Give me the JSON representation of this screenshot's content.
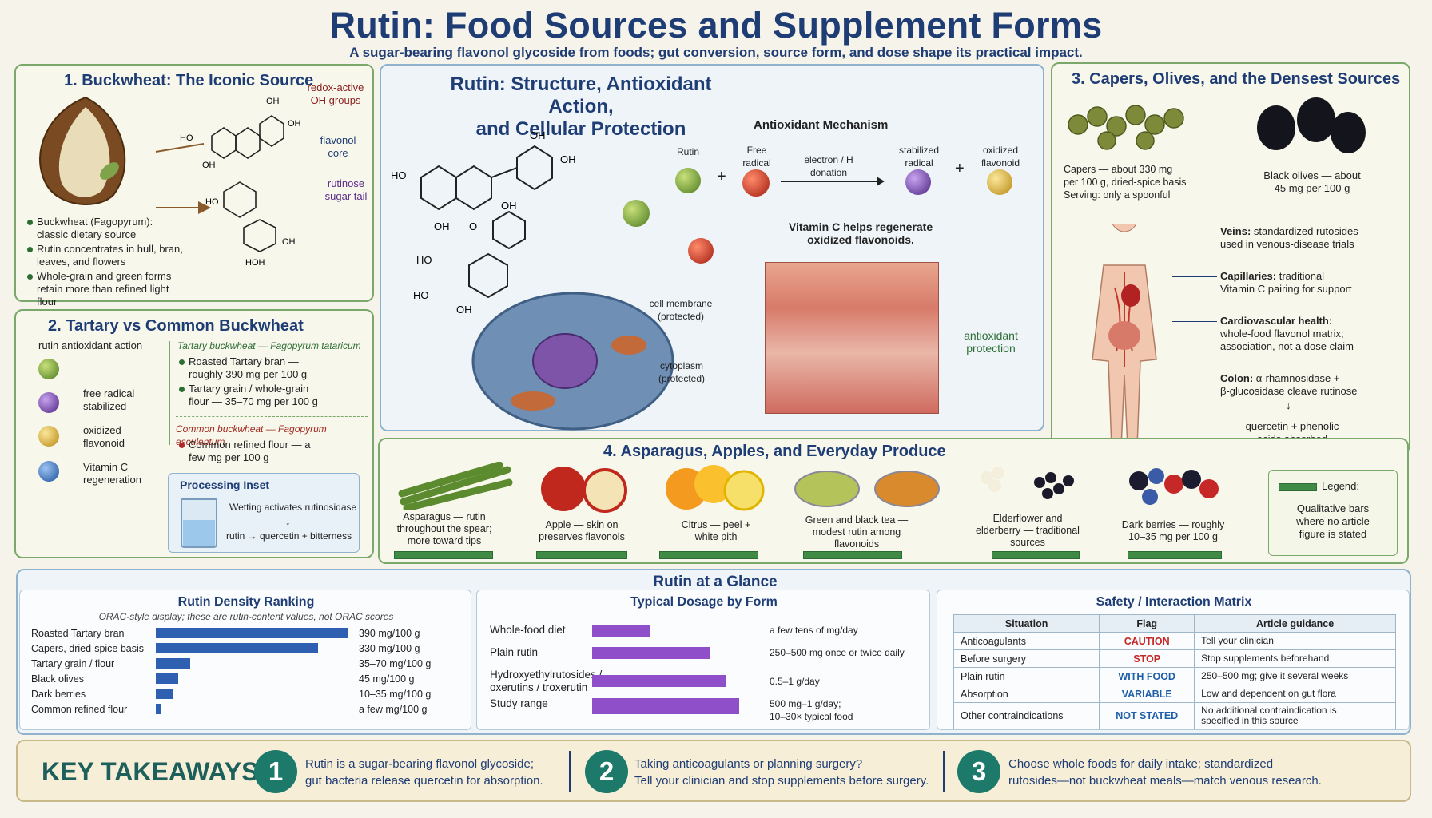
{
  "header": {
    "title": "Rutin: Food Sources and Supplement Forms",
    "subtitle": "A sugar-bearing flavonol glycoside from foods; gut conversion, source form, and dose shape its practical impact."
  },
  "colors": {
    "navy": "#1f3d75",
    "green": "#3f8a45",
    "red": "#c62828",
    "purple": "#8e4fc8",
    "teal": "#1d7a6a",
    "bar_blue": "#2f5fb0"
  },
  "p1": {
    "title": "1. Buckwheat: The Iconic Source",
    "mol_labels": {
      "oh": "OH",
      "ho": "HO",
      "redox": "redox-active\nOH groups",
      "core": "flavonol\ncore",
      "tail": "rutinose\nsugar tail",
      "hoh": "HOH"
    },
    "bullets": [
      "Buckwheat (Fagopyrum): classic dietary source",
      "Rutin concentrates in hull, bran, leaves, and flowers",
      "Whole-grain and green forms retain more than refined light flour"
    ]
  },
  "p2": {
    "title": "2. Tartary vs Common Buckwheat",
    "action_title": "rutin antioxidant action",
    "steps": [
      "free radical\nstabilized",
      "oxidized\nflavonoid",
      "Vitamin C\nregeneration"
    ],
    "tartary_head": "Tartary buckwheat — Fagopyrum tataricum",
    "tartary": [
      "Roasted Tartary bran — roughly 390 mg per 100 g",
      "Tartary grain / whole-grain flour — 35–70 mg per 100 g"
    ],
    "common_head": "Common buckwheat — Fagopyrum esculentum",
    "common": [
      "Common refined flour — a few mg per 100 g"
    ],
    "inset": {
      "title": "Processing Inset",
      "line1": "Wetting activates rutinosidase",
      "arrow": "↓",
      "line2": "rutin → quercetin + bitterness"
    }
  },
  "center": {
    "title": "Rutin: Structure, Antioxidant Action,\nand Cellular Protection",
    "mech_title": "Antioxidant Mechanism",
    "mech": {
      "rutin": "Rutin",
      "plus": "+",
      "free": "Free\nradical",
      "donation": "electron / H\ndonation",
      "stab": "stabilized\nradical",
      "oxid": "oxidized\nflavonoid"
    },
    "vitc": "Vitamin C helps regenerate\noxidized flavonoids.",
    "mol": {
      "oh": "OH",
      "ho": "HO",
      "o": "O"
    },
    "membrane": "cell membrane\n(protected)",
    "cytoplasm": "cytoplasm\n(protected)",
    "protection": "antioxidant\nprotection"
  },
  "p3": {
    "title": "3. Capers, Olives, and the Densest Sources",
    "capers": "Capers — about 330 mg\nper 100 g, dried-spice basis\nServing: only a spoonful",
    "olives": "Black olives — about\n45 mg per 100 g",
    "body": [
      {
        "bold": "Veins:",
        "text": " standardized rutosides\nused in venous-disease trials"
      },
      {
        "bold": "Capillaries:",
        "text": " traditional\nVitamin C pairing for support"
      },
      {
        "bold": "Cardiovascular health:",
        "text": "\nwhole-food flavonol matrix;\nassociation, not a dose claim"
      },
      {
        "bold": "Colon:",
        "text": " α-rhamnosidase +\nβ-glucosidase cleave rutinose"
      }
    ],
    "colon_arrow": "↓",
    "colon_result": "quercetin + phenolic\nacids absorbed"
  },
  "p4": {
    "title": "4. Asparagus, Apples, and Everyday Produce",
    "items": [
      {
        "label": "Asparagus — rutin\nthroughout the spear;\nmore toward tips",
        "bar": 0.95
      },
      {
        "label": "Apple — skin on\npreserves flavonols",
        "bar": 0.7
      },
      {
        "label": "Citrus — peel +\nwhite pith",
        "bar": 0.85
      },
      {
        "label": "Green and black tea —\nmodest rutin among\nflavonoids",
        "bar": 0.75
      },
      {
        "label": "Elderflower and\nelderberry — traditional\nsources",
        "bar": 1.0
      },
      {
        "label": "Dark berries — roughly\n10–35 mg per 100 g",
        "bar": 0.8
      }
    ],
    "legend": {
      "title": "Legend:",
      "text": "Qualitative bars\nwhere no article\nfigure is stated"
    }
  },
  "glance": {
    "title": "Rutin at a Glance",
    "density": {
      "title": "Rutin Density Ranking",
      "note": "ORAC-style display; these are rutin-content values, not ORAC scores",
      "rows": [
        {
          "label": "Roasted Tartary bran",
          "value": 390,
          "text": "390 mg/100 g"
        },
        {
          "label": "Capers, dried-spice basis",
          "value": 330,
          "text": "330 mg/100 g"
        },
        {
          "label": "Tartary grain / flour",
          "value": 70,
          "text": "35–70 mg/100 g"
        },
        {
          "label": "Black olives",
          "value": 45,
          "text": "45 mg/100 g"
        },
        {
          "label": "Dark berries",
          "value": 35,
          "text": "10–35 mg/100 g"
        },
        {
          "label": "Common refined flour",
          "value": 5,
          "text": "a few mg/100 g"
        }
      ]
    },
    "dosage": {
      "title": "Typical Dosage by Form",
      "rows": [
        {
          "label": "Whole-food diet",
          "value": 0.34,
          "text": "a few tens of mg/day"
        },
        {
          "label": "Plain rutin",
          "value": 0.68,
          "text": "250–500 mg once or twice daily"
        },
        {
          "label": "Hydroxyethylrutosides /\noxerutins / troxerutin",
          "value": 0.78,
          "text": "0.5–1 g/day"
        },
        {
          "label": "Study range",
          "value": 0.85,
          "text": "500 mg–1 g/day;\n10–30× typical food"
        }
      ]
    },
    "safety": {
      "title": "Safety / Interaction Matrix",
      "headers": [
        "Situation",
        "Flag",
        "Article guidance"
      ],
      "rows": [
        {
          "situation": "Anticoagulants",
          "flag": "CAUTION",
          "guidance": "Tell your clinician",
          "color": "#c62828"
        },
        {
          "situation": "Before surgery",
          "flag": "STOP",
          "guidance": "Stop supplements beforehand",
          "color": "#c62828"
        },
        {
          "situation": "Plain rutin",
          "flag": "WITH FOOD",
          "guidance": "250–500 mg; give it several weeks",
          "color": "#1f5fa8"
        },
        {
          "situation": "Absorption",
          "flag": "VARIABLE",
          "guidance": "Low and dependent on gut flora",
          "color": "#1f5fa8"
        },
        {
          "situation": "Other contraindications",
          "flag": "NOT STATED",
          "guidance": "No additional contraindication is\nspecified in this source",
          "color": "#1f5fa8"
        }
      ]
    }
  },
  "takeaways": {
    "title": "KEY TAKEAWAYS",
    "items": [
      {
        "num": "1",
        "text": "Rutin is a sugar-bearing flavonol glycoside;\ngut bacteria release quercetin for absorption."
      },
      {
        "num": "2",
        "text": "Taking anticoagulants or planning surgery?\nTell your clinician and stop supplements before surgery."
      },
      {
        "num": "3",
        "text": "Choose whole foods for daily intake; standardized\nrutosides—not buckwheat meals—match venous research."
      }
    ]
  }
}
